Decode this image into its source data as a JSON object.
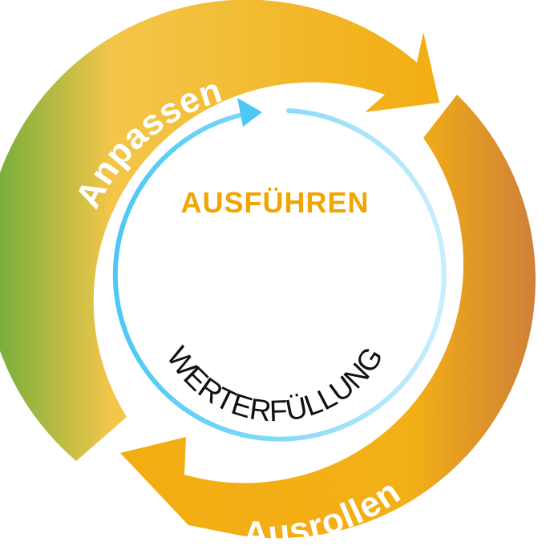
{
  "cycle": {
    "outer_labels": {
      "top": "Anpassen",
      "bottom": "Ausrollen"
    },
    "center_label": "AUSFÜHREN",
    "inner_label": "WERTERFÜLLUNG"
  },
  "colors": {
    "green": "#6aab3a",
    "yellow": "#f3c64a",
    "orange": "#f2ad12",
    "rust": "#cf8038",
    "light_blue": "#4dc8f4",
    "pale_blue": "#c9eefb",
    "center_text": "#f0a500",
    "inner_text": "#111111"
  }
}
